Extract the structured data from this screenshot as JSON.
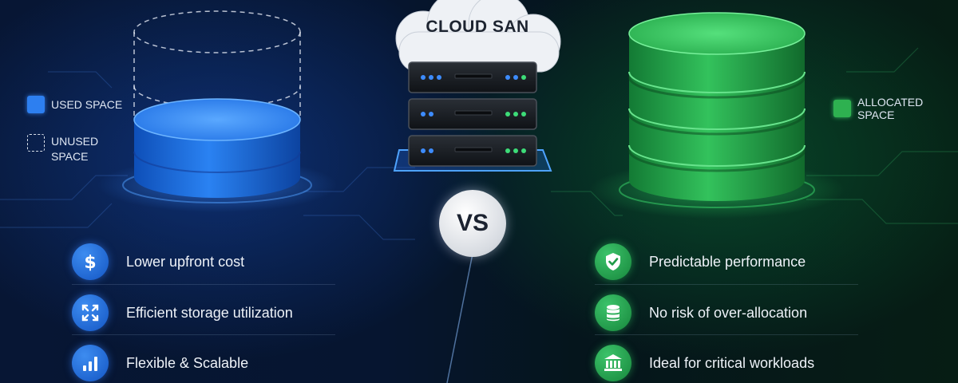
{
  "colors": {
    "used_space": "#2d7ff0",
    "allocated_space": "#2eb150",
    "background_left": "#071634",
    "background_right": "#061d14"
  },
  "cloud": {
    "label": "CLOUD SAN"
  },
  "vs": {
    "label": "VS"
  },
  "left": {
    "legend": [
      {
        "label": "USED SPACE",
        "style": "solid-blue"
      },
      {
        "label": "UNUSED\nSPACE",
        "style": "dashed-outline"
      }
    ],
    "features": [
      {
        "label": "Lower upfront cost",
        "icon": "dollar-icon"
      },
      {
        "label": "Efficient storage utilization",
        "icon": "expand-arrows-icon"
      },
      {
        "label": "Flexible & Scalable",
        "icon": "bar-chart-icon"
      }
    ]
  },
  "right": {
    "legend": [
      {
        "label": "ALLOCATED SPACE",
        "style": "solid-green"
      }
    ],
    "features": [
      {
        "label": "Predictable performance",
        "icon": "shield-check-icon"
      },
      {
        "label": "No risk of over-allocation",
        "icon": "database-icon"
      },
      {
        "label": "Ideal for critical workloads",
        "icon": "bank-building-icon"
      }
    ]
  }
}
